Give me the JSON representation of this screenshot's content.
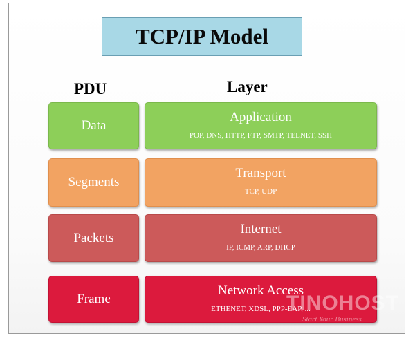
{
  "title": "TCP/IP Model",
  "headers": {
    "pdu": "PDU",
    "layer": "Layer"
  },
  "rows": [
    {
      "pdu": "Data",
      "layer": "Application",
      "protocols": "POP, DNS, HTTP, FTP, SMTP, TELNET, SSH",
      "color": "#8dcf59"
    },
    {
      "pdu": "Segments",
      "layer": "Transport",
      "protocols": "TCP, UDP",
      "color": "#f2a362"
    },
    {
      "pdu": "Packets",
      "layer": "Internet",
      "protocols": "IP, ICMP, ARP, DHCP",
      "color": "#cc5a5a"
    },
    {
      "pdu": "Frame",
      "layer": "Network Access",
      "protocols": "ETHENET, XDSL, PPP-EAP, ...",
      "color": "#dc1a3d"
    }
  ],
  "watermark": {
    "brand": "TINOHOST",
    "slogan": "Start Your Business"
  }
}
